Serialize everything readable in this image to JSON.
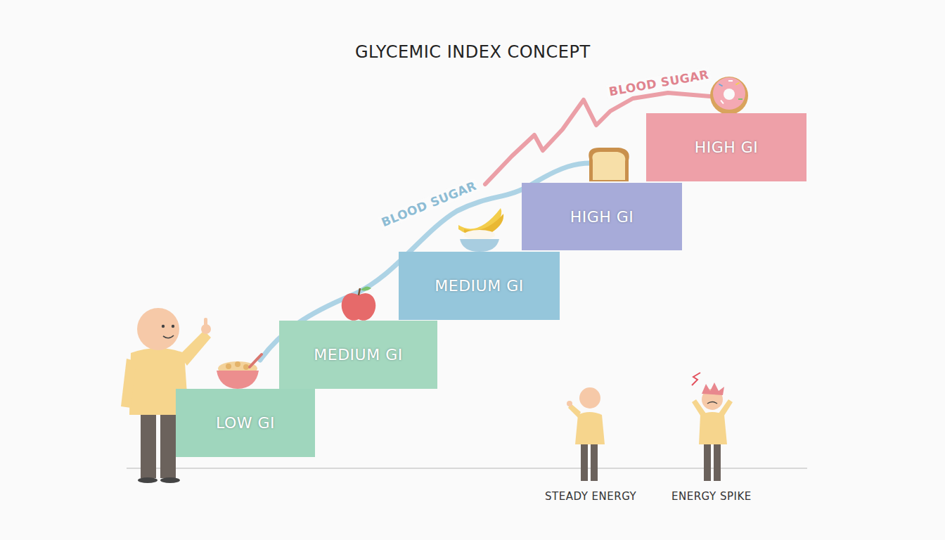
{
  "diagram": {
    "title": "GLYCEMIC INDEX CONCEPT",
    "nodes": [
      {
        "text": [
          "LOW GI"
        ]
      },
      {
        "text": [
          "MEDIUM GI"
        ]
      },
      {
        "text": [
          "MEDIUM GI"
        ]
      },
      {
        "text": [
          "HIGH GI"
        ]
      },
      {
        "text": [
          "HIGH GI"
        ]
      }
    ],
    "labels": [
      "BLOOD SUGAR",
      "BLOOD SUGAR",
      "STEADY ENERGY",
      "ENERGY SPIKE"
    ]
  }
}
